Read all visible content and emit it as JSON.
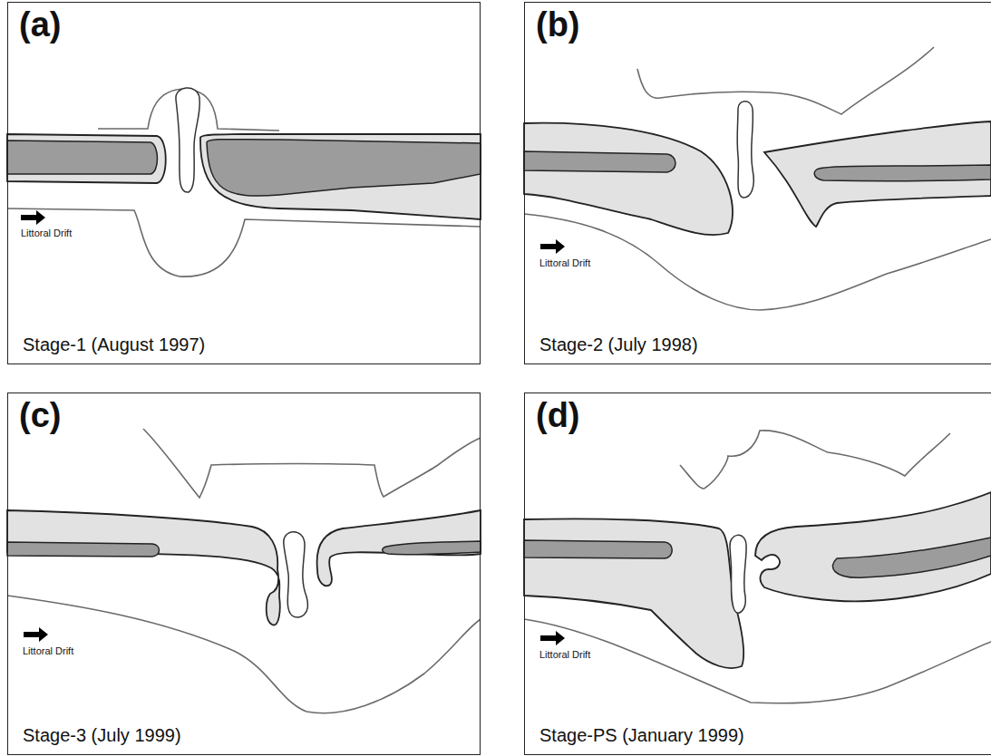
{
  "diagram": {
    "nodes": [
      {
        "text": [
          "(a)",
          "Littoral Drift",
          "Stage-1 (August 1997)"
        ]
      },
      {
        "text": [
          "(b)",
          "Littoral Drift",
          "Stage-2 (July 1998)"
        ]
      },
      {
        "text": [
          "(c)",
          "Littoral Drift",
          "Stage-3 (July 1999)"
        ]
      },
      {
        "text": [
          "(d)",
          "Littoral Drift",
          "Stage-PS (January 1999)"
        ]
      }
    ]
  }
}
